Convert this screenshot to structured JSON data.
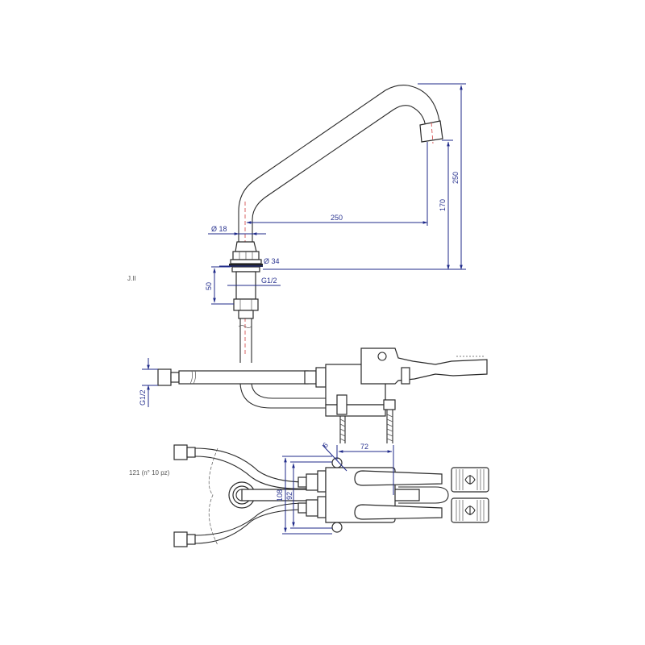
{
  "drawing": {
    "subject": "Foot-operated pedal faucet with swivel spout - technical drawing",
    "colors": {
      "line": "#2a2a2a",
      "dimension": "#1f2a8a",
      "centerline": "#d04040",
      "background": "#ffffff"
    },
    "dimensions": {
      "spout_reach": "250",
      "total_height": "250",
      "outlet_height": "170",
      "spout_diameter": "Ø 18",
      "flange_diameter": "Ø 34",
      "shank_length": "50",
      "shank_thread": "G1/2",
      "hose_thread": "G1/2",
      "pedal_spacing": "72",
      "mount_outer": "108",
      "mount_inner": "92",
      "screw": "6"
    },
    "notes": {
      "top_left_mark": "J.II",
      "hose_note": "121 (n° 10 pz)"
    },
    "views": [
      {
        "name": "spout-elevation"
      },
      {
        "name": "pedal-unit-side-view"
      },
      {
        "name": "pedal-unit-top-view"
      }
    ]
  }
}
